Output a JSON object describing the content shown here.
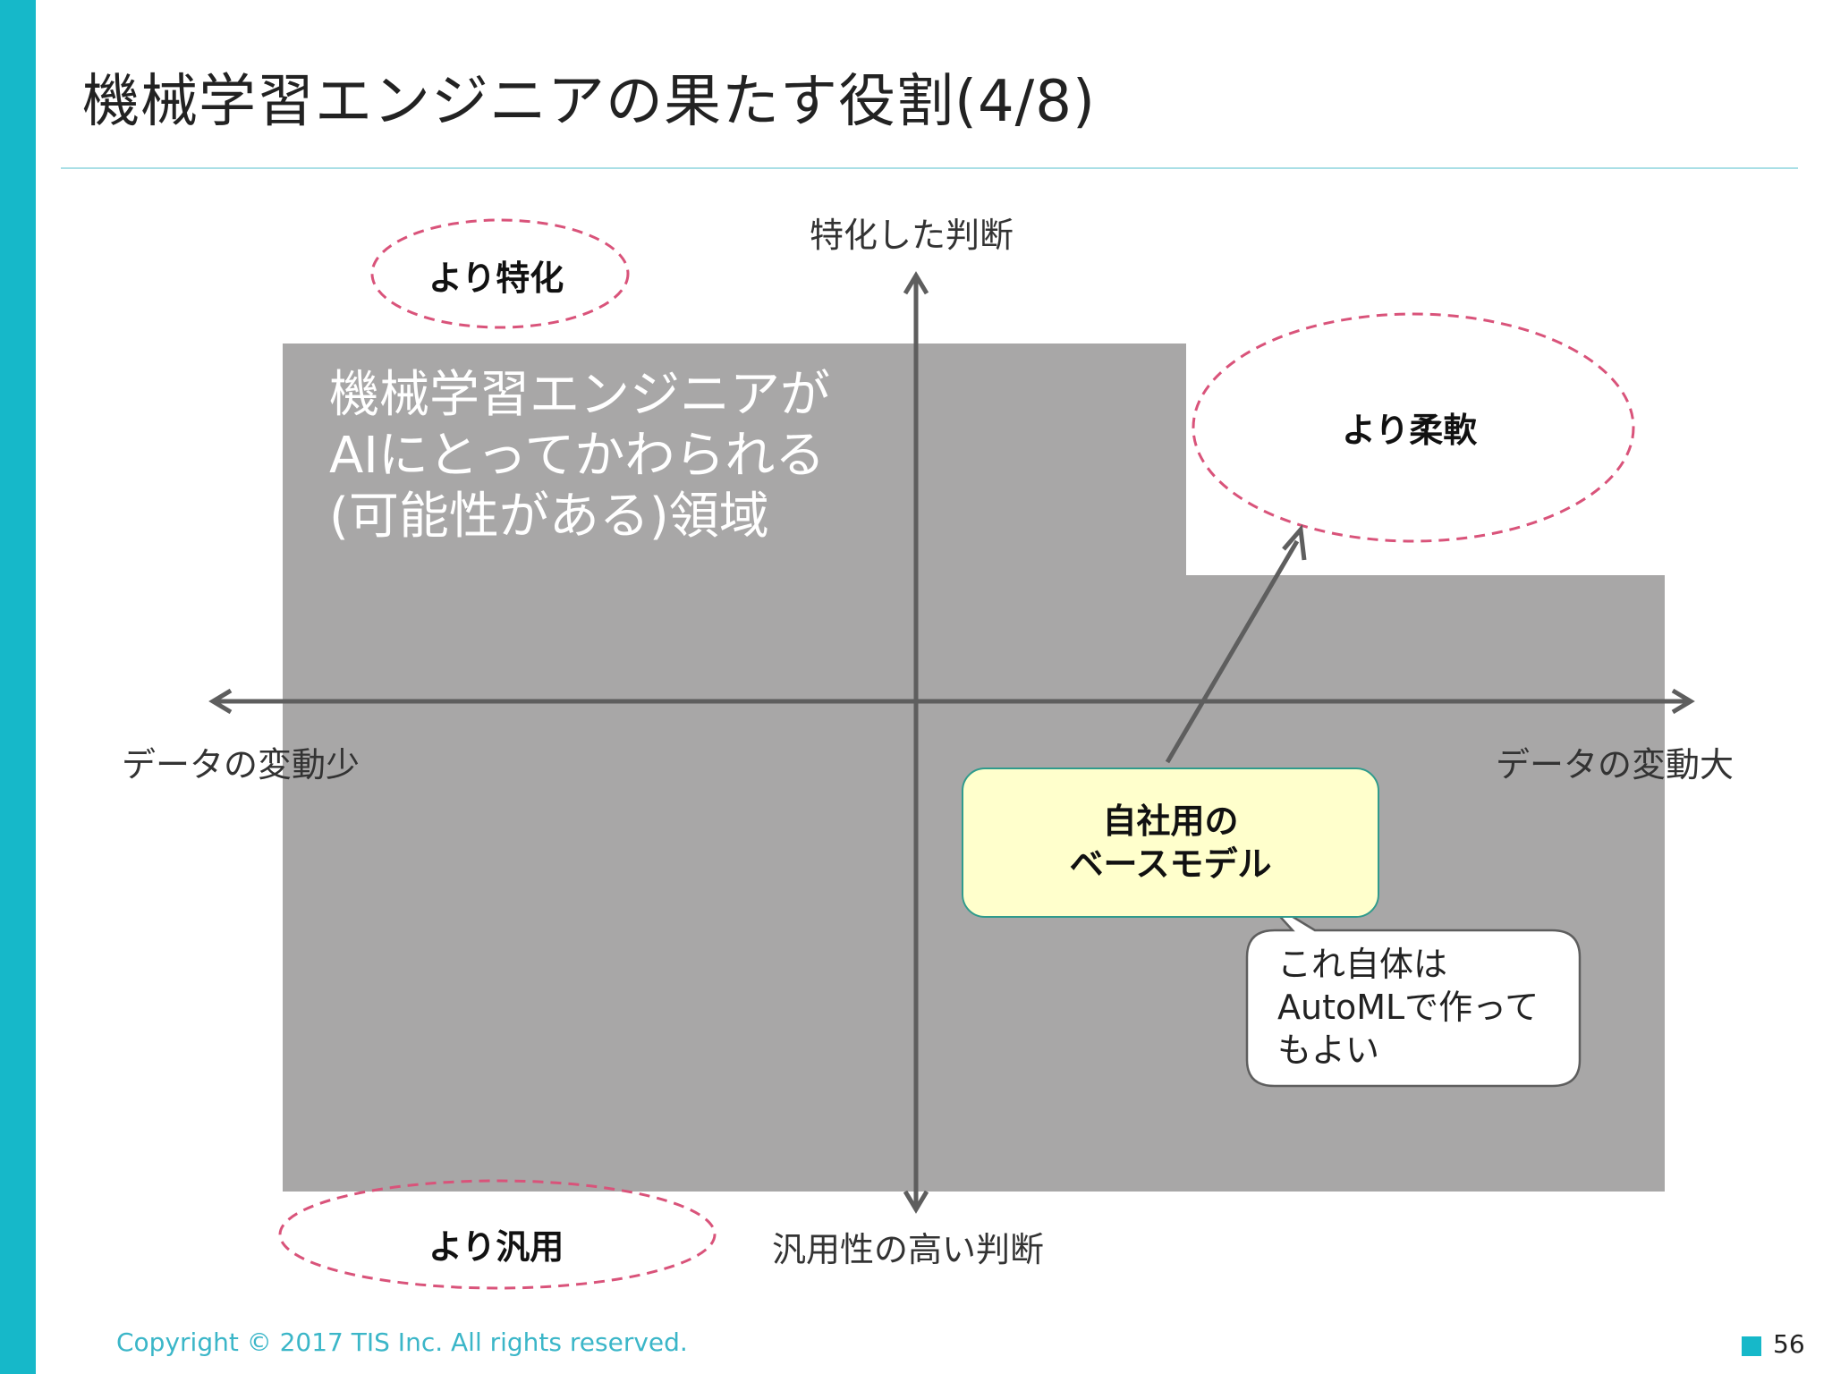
{
  "title": "機械学習エンジニアの果たす役割(4/8)",
  "region_label": [
    "機械学習エンジニアが",
    "AIにとってかわられる",
    "(可能性がある)領域"
  ],
  "axes": {
    "top": "特化した判断",
    "bottom": "汎用性の高い判断",
    "left": "データの変動少",
    "right": "データの変動大"
  },
  "ellipses": {
    "top_left": "より特化",
    "bottom_left": "より汎用",
    "top_right": "より柔軟"
  },
  "base_model_box": [
    "自社用の",
    "ベースモデル"
  ],
  "callout": [
    "これ自体は",
    "AutoMLで作って",
    "もよい"
  ],
  "footer": {
    "copyright": "Copyright © 2017 TIS Inc. All rights reserved.",
    "page_number": "56"
  },
  "colors": {
    "accent": "#16b8c9",
    "gray_region": "#a8a7a7",
    "dashed_ellipse": "#d9537a",
    "box_fill": "#ffffcc",
    "box_border": "#2f9b8c"
  }
}
